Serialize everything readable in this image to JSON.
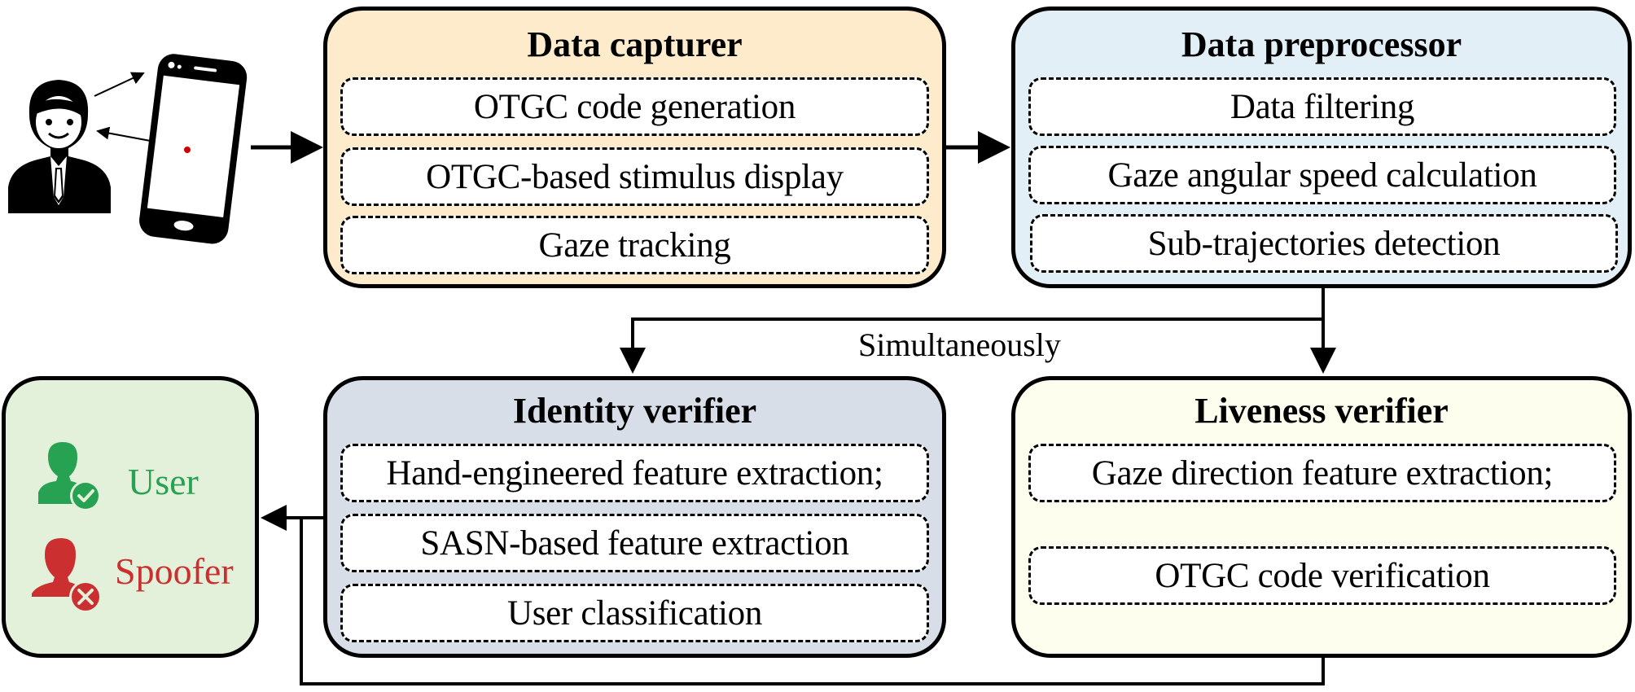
{
  "diagram": {
    "actors": [
      {
        "name": "user-person",
        "icon": "person-icon"
      },
      {
        "name": "smartphone",
        "icon": "smartphone-icon"
      }
    ],
    "modules": {
      "data_capturer": {
        "title": "Data capturer",
        "fill": "#fdebcc",
        "steps": [
          "OTGC code generation",
          "OTGC-based stimulus display",
          "Gaze tracking"
        ]
      },
      "data_preprocessor": {
        "title": "Data preprocessor",
        "fill": "#e2eff7",
        "steps": [
          "Data filtering",
          "Gaze angular speed calculation",
          "Sub-trajectories detection"
        ]
      },
      "identity_verifier": {
        "title": "Identity verifier",
        "fill": "#d7dee8",
        "steps": [
          "Hand-engineered feature extraction;",
          "SASN-based feature extraction",
          "User classification"
        ]
      },
      "liveness_verifier": {
        "title": "Liveness verifier",
        "fill": "#fefeef",
        "steps": [
          "Gaze direction feature extraction;",
          "OTGC code verification"
        ]
      },
      "result": {
        "fill": "#e3f0da",
        "outcomes": [
          {
            "label": "User",
            "icon": "user-check-icon",
            "color": "#27a152"
          },
          {
            "label": "Spoofer",
            "icon": "user-cross-icon",
            "color": "#cc2f2f"
          }
        ]
      }
    },
    "connector_label": "Simultaneously",
    "edges": [
      {
        "from": "user-phone",
        "to": "Data capturer"
      },
      {
        "from": "Data capturer",
        "to": "Data preprocessor"
      },
      {
        "from": "Data preprocessor",
        "to": "Identity verifier"
      },
      {
        "from": "Data preprocessor",
        "to": "Liveness verifier"
      },
      {
        "from": "Identity verifier",
        "to": "Result"
      },
      {
        "from": "Liveness verifier",
        "to": "Result"
      }
    ]
  }
}
